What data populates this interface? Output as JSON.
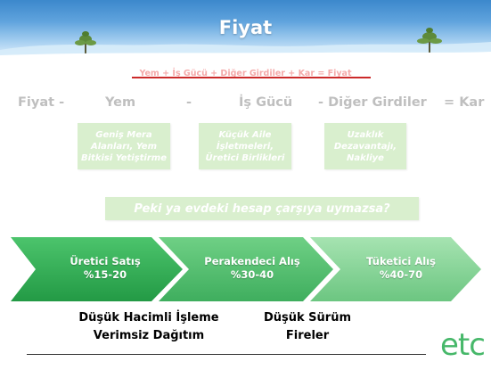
{
  "slide": {
    "title": "Fiyat"
  },
  "formula": {
    "struck": "Yem + İş Gücü + Diğer Girdiler + Kar = Fiyat",
    "terms": {
      "fiyat": "Fiyat -",
      "yem": "Yem",
      "minus": "-",
      "is_gucu": "İş Gücü",
      "diger": "- Diğer Girdiler",
      "kar": "= Kar"
    }
  },
  "boxes": [
    {
      "text": "Geniş Mera\nAlanları, Yem\nBitkisi Yetiştirme"
    },
    {
      "text": "Küçük Aile\nİşletmeleri,\nÜretici Birlikleri"
    },
    {
      "text": "Uzaklık\nDezavantajı,\nNakliye"
    }
  ],
  "question": "Peki ya evdeki hesap çarşıya uymazsa?",
  "chain": [
    {
      "text": "Üretici Satış\n%15-20",
      "color": "#3ab35a"
    },
    {
      "text": "Perakendeci Alış\n%30-40",
      "color": "#58c270"
    },
    {
      "text": "Tüketici Alış\n%40-70",
      "color": "#86d596"
    }
  ],
  "notes": [
    {
      "text": "Düşük Hacimli İşleme\nVerimsiz Dağıtım"
    },
    {
      "text": "Düşük Sürüm\nFireler"
    }
  ],
  "logo": {
    "text": "etc",
    "color": "#47b86a"
  }
}
